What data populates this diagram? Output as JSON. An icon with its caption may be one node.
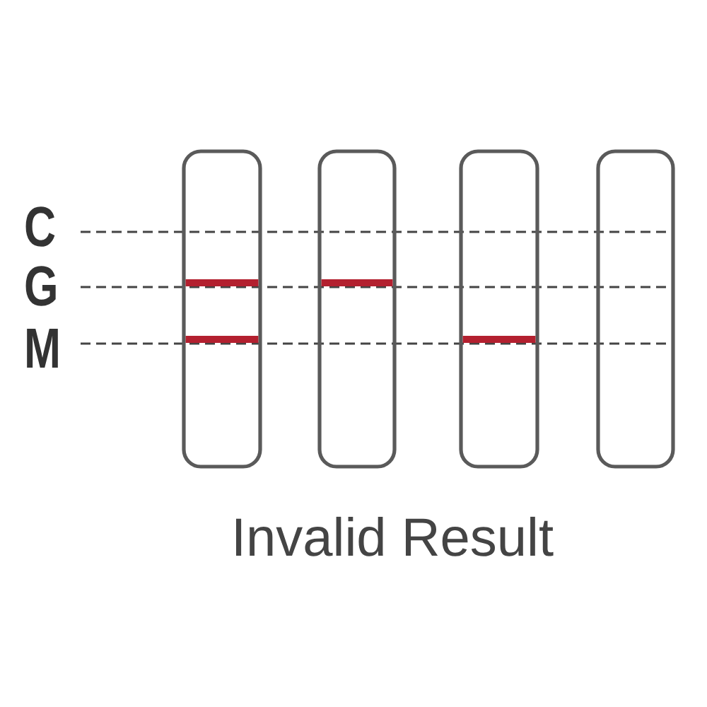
{
  "diagram": {
    "caption": "Invalid Result",
    "labels": [
      "C",
      "G",
      "M"
    ]
  }
}
